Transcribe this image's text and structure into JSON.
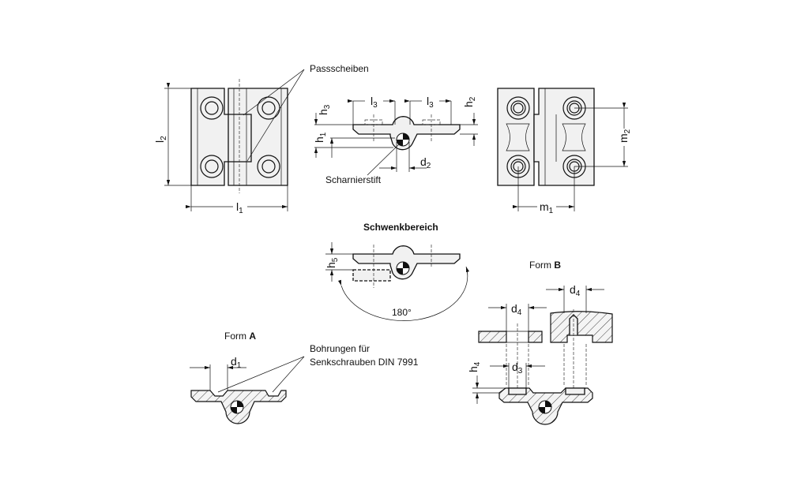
{
  "labels": {
    "passscheiben": "Passscheiben",
    "scharnierstift": "Scharnierstift",
    "schwenkbereich": "Schwenkbereich",
    "angle": "180°",
    "form_a_prefix": "Form ",
    "form_a_letter": "A",
    "form_b_prefix": "Form ",
    "form_b_letter": "B",
    "bohrungen_line1": "Bohrungen für",
    "bohrungen_line2": "Senkschrauben DIN 7991"
  },
  "dims": {
    "l1": {
      "base": "l",
      "sub": "1"
    },
    "l2": {
      "base": "l",
      "sub": "2"
    },
    "l3a": {
      "base": "l",
      "sub": "3"
    },
    "l3b": {
      "base": "l",
      "sub": "3"
    },
    "h1": {
      "base": "h",
      "sub": "1"
    },
    "h2": {
      "base": "h",
      "sub": "2"
    },
    "h3": {
      "base": "h",
      "sub": "3"
    },
    "h4": {
      "base": "h",
      "sub": "4"
    },
    "h5": {
      "base": "h",
      "sub": "5"
    },
    "d1": {
      "base": "d",
      "sub": "1"
    },
    "d2": {
      "base": "d",
      "sub": "2"
    },
    "d3": {
      "base": "d",
      "sub": "3"
    },
    "d4a": {
      "base": "d",
      "sub": "4"
    },
    "d4b": {
      "base": "d",
      "sub": "4"
    },
    "m1": {
      "base": "m",
      "sub": "1"
    },
    "m2": {
      "base": "m",
      "sub": "2"
    }
  }
}
